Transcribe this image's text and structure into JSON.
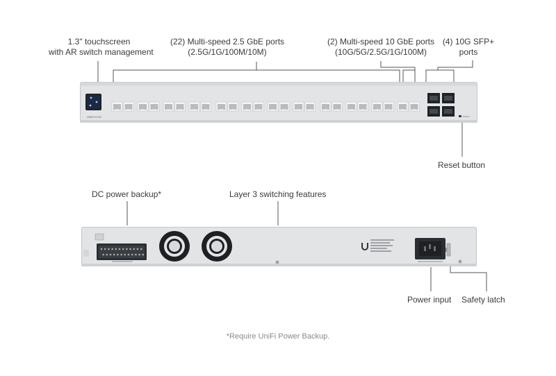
{
  "front": {
    "touchscreen": {
      "line1": "1.3\" touchscreen",
      "line2": "with AR switch management"
    },
    "ports_25g": {
      "line1": "(22) Multi-speed 2.5 GbE ports",
      "line2": "(2.5G/1G/100M/10M)"
    },
    "ports_10g": {
      "line1": "(2) Multi-speed 10 GbE ports",
      "line2": "(10G/5G/2.5G/1G/100M)"
    },
    "sfp": {
      "line1": "(4) 10G SFP+",
      "line2": "ports"
    },
    "reset": "Reset button",
    "model_label": "USW Pro HD"
  },
  "rear": {
    "dc_power": "DC power backup*",
    "layer3": "Layer 3 switching features",
    "power_input": "Power input",
    "safety_latch": "Safety latch"
  },
  "footnote": "*Require UniFi Power Backup.",
  "counts": {
    "rj45_25g": 22,
    "rj45_10g": 2,
    "sfp": 4
  },
  "colors": {
    "chassis": "#e3e4e6",
    "chassis_edge": "#c3c5c8",
    "port_face": "#f4f5f6",
    "port_hole": "#b8bbbf",
    "dark": "#1f2226",
    "screen": "#1a2a44",
    "fan_ring": "#1e2023"
  }
}
